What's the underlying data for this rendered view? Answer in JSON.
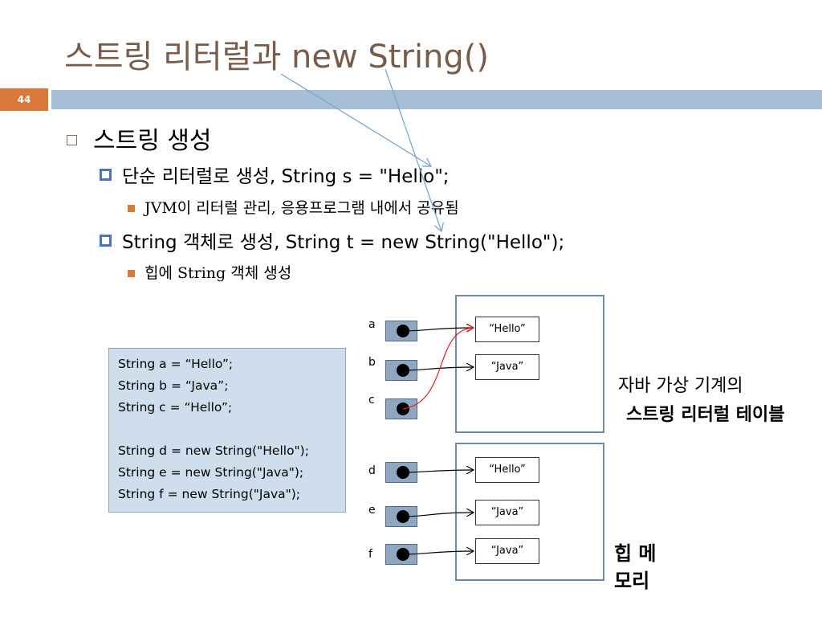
{
  "title": "스트링 리터럴과 new String()",
  "slide_number": "44",
  "bullets": {
    "level1": "스트링 생성",
    "item1": "단순 리터럴로 생성, String s = \"Hello\";",
    "item1_sub": "JVM이 리터럴 관리, 응용프로그램 내에서 공유됨",
    "item2": "String 객체로 생성, String t = new String(\"Hello\");",
    "item2_sub": "힙에  String 객체 생성"
  },
  "code": [
    "String a = “Hello”;",
    "String b = “Java”;",
    "String c = “Hello”;",
    "",
    "String d = new String(\"Hello\");",
    "String e = new String(\"Java\");",
    "String f = new String(\"Java\");"
  ],
  "diagram": {
    "vars": [
      "a",
      "b",
      "c",
      "d",
      "e",
      "f"
    ],
    "literal_pool": [
      "“Hello”",
      "“Java”"
    ],
    "heap": [
      "“Hello”",
      "“Java”",
      "“Java”"
    ],
    "jvm_label_line1": "자바 가상 기계의",
    "jvm_label_line2": "스트링 리터럴 테이블",
    "heap_label": "힙 메모리",
    "colors": {
      "shared_reference_arrow": "#e02020",
      "normal_arrow": "#000000",
      "annotation_arrow": "#7fa6cf"
    }
  }
}
